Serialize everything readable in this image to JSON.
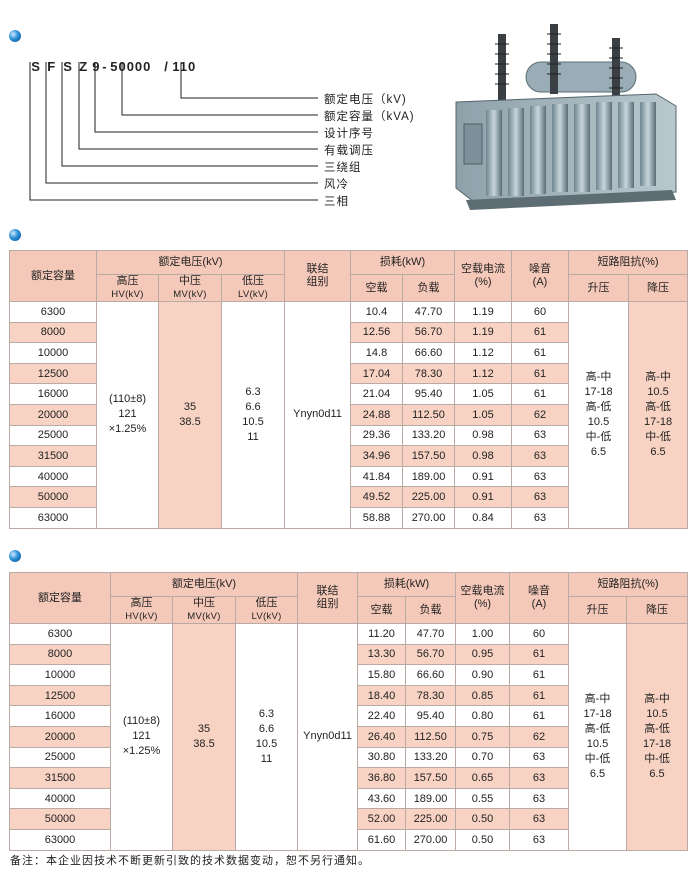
{
  "model": {
    "chars": [
      "S",
      "F",
      "S",
      "Z",
      "9",
      "-",
      "50000",
      "/",
      "110"
    ],
    "legend": [
      "额定电压（kV)",
      "额定容量（kVA)",
      "设计序号",
      "有载调压",
      "三绕组",
      "风冷",
      "三相"
    ]
  },
  "table_headers": {
    "capacity": "额定容量",
    "rated_voltage": "额定电压(kV)",
    "hv": "高压",
    "hv_sub": "HV(kV)",
    "mv": "中压",
    "mv_sub": "MV(kV)",
    "lv": "低压",
    "lv_sub": "LV(kV)",
    "connection": "联结\n组别",
    "loss": "损耗(kW)",
    "no_load": "空载",
    "load": "负载",
    "no_load_current": "空载电流\n(%)",
    "noise": "噪音\n(A)",
    "impedance": "短路阻抗(%)",
    "step_up": "升压",
    "step_down": "降压"
  },
  "shared": {
    "hv_value": "(110±8)\n121\n×1.25%",
    "mv_value": "35\n38.5",
    "lv_value": "6.3\n6.6\n10.5\n11",
    "connection_value": "Ynyn0d11",
    "step_up_value": "高-中\n17-18\n高-低\n10.5\n中-低\n6.5",
    "step_down_value": "高-中\n10.5\n高-低\n17-18\n中-低\n6.5"
  },
  "table1": {
    "rows": [
      {
        "cap": "6300",
        "nl": "10.4",
        "ld": "47.70",
        "cur": "1.19",
        "noise": "60"
      },
      {
        "cap": "8000",
        "nl": "12.56",
        "ld": "56.70",
        "cur": "1.19",
        "noise": "61"
      },
      {
        "cap": "10000",
        "nl": "14.8",
        "ld": "66.60",
        "cur": "1.12",
        "noise": "61"
      },
      {
        "cap": "12500",
        "nl": "17.04",
        "ld": "78.30",
        "cur": "1.12",
        "noise": "61"
      },
      {
        "cap": "16000",
        "nl": "21.04",
        "ld": "95.40",
        "cur": "1.05",
        "noise": "61"
      },
      {
        "cap": "20000",
        "nl": "24.88",
        "ld": "112.50",
        "cur": "1.05",
        "noise": "62"
      },
      {
        "cap": "25000",
        "nl": "29.36",
        "ld": "133.20",
        "cur": "0.98",
        "noise": "63"
      },
      {
        "cap": "31500",
        "nl": "34.96",
        "ld": "157.50",
        "cur": "0.98",
        "noise": "63"
      },
      {
        "cap": "40000",
        "nl": "41.84",
        "ld": "189.00",
        "cur": "0.91",
        "noise": "63"
      },
      {
        "cap": "50000",
        "nl": "49.52",
        "ld": "225.00",
        "cur": "0.91",
        "noise": "63"
      },
      {
        "cap": "63000",
        "nl": "58.88",
        "ld": "270.00",
        "cur": "0.84",
        "noise": "63"
      }
    ]
  },
  "table2": {
    "rows": [
      {
        "cap": "6300",
        "nl": "11.20",
        "ld": "47.70",
        "cur": "1.00",
        "noise": "60"
      },
      {
        "cap": "8000",
        "nl": "13.30",
        "ld": "56.70",
        "cur": "0.95",
        "noise": "61"
      },
      {
        "cap": "10000",
        "nl": "15.80",
        "ld": "66.60",
        "cur": "0.90",
        "noise": "61"
      },
      {
        "cap": "12500",
        "nl": "18.40",
        "ld": "78.30",
        "cur": "0.85",
        "noise": "61"
      },
      {
        "cap": "16000",
        "nl": "22.40",
        "ld": "95.40",
        "cur": "0.80",
        "noise": "61"
      },
      {
        "cap": "20000",
        "nl": "26.40",
        "ld": "112.50",
        "cur": "0.75",
        "noise": "62"
      },
      {
        "cap": "25000",
        "nl": "30.80",
        "ld": "133.20",
        "cur": "0.70",
        "noise": "63"
      },
      {
        "cap": "31500",
        "nl": "36.80",
        "ld": "157.50",
        "cur": "0.65",
        "noise": "63"
      },
      {
        "cap": "40000",
        "nl": "43.60",
        "ld": "189.00",
        "cur": "0.55",
        "noise": "63"
      },
      {
        "cap": "50000",
        "nl": "52.00",
        "ld": "225.00",
        "cur": "0.50",
        "noise": "63"
      },
      {
        "cap": "63000",
        "nl": "61.60",
        "ld": "270.00",
        "cur": "0.50",
        "noise": "63"
      }
    ]
  },
  "note": "备注：本企业因技术不断更新引致的技术数据变动，恕不另行通知。"
}
